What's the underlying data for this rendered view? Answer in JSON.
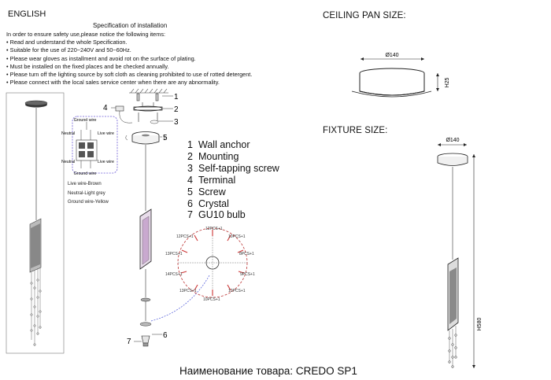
{
  "header": {
    "language": "ENGLISH"
  },
  "spec": {
    "title": "Specification of installation",
    "items": [
      "  In order to ensure safety use,please notice the following items:",
      "• Read and understand the whole Specification.",
      "• Suitable for the use of 220~240V and 50~60Hz.",
      "• Please wear gloves as installment and avoid rot on the surface of plating.",
      "• Must be installed on the fixed places and be checked annually.",
      "• Please turn off the lighting source by soft cloth as cleaning prohibited to use of rotted detergent.",
      "• Please connect with the local sales service center when there are any abnormality."
    ]
  },
  "ceiling_pan": {
    "title": "CEILING PAN SIZE:",
    "diameter": "Ø140",
    "height": "H25"
  },
  "fixture": {
    "title": "FIXTURE SIZE:",
    "diameter": "Ø140",
    "height": "H580"
  },
  "legend": [
    {
      "num": "1",
      "label": "Wall anchor"
    },
    {
      "num": "2",
      "label": "Mounting"
    },
    {
      "num": "3",
      "label": "Self-tapping screw"
    },
    {
      "num": "4",
      "label": "Terminal"
    },
    {
      "num": "5",
      "label": "Screw"
    },
    {
      "num": "6",
      "label": "Crystal"
    },
    {
      "num": "7",
      "label": "GU10 bulb"
    }
  ],
  "callouts": {
    "c1": "1",
    "c2": "2",
    "c3": "3",
    "c4": "4",
    "c5": "5",
    "c6": "6",
    "c7": "7"
  },
  "wiring": {
    "ground_top": "Ground wire",
    "neutral_1": "Neutral",
    "live_1": "Live wire",
    "neutral_2": "Neutral",
    "live_2": "Live wire",
    "ground_bottom": "Ground wire",
    "note_1": "Live wire-Brown",
    "note_2": "Neutral-Light grey",
    "note_3": "Ground wire-Yellow"
  },
  "crystal_map": {
    "l_top": "12PCS+1",
    "l_tl": "12PCS+1",
    "l_tr": "10PCS+1",
    "l_l1": "13PCS+1",
    "l_r1": "8PCS+1",
    "l_l2": "14PCS+1",
    "l_r2": "9PCS+1",
    "l_bl": "13PCS+1",
    "l_br": "12PCS+1",
    "l_bot": "10PCS+1"
  },
  "footer": {
    "product_name": "Наименование товара: CREDO SP1"
  }
}
